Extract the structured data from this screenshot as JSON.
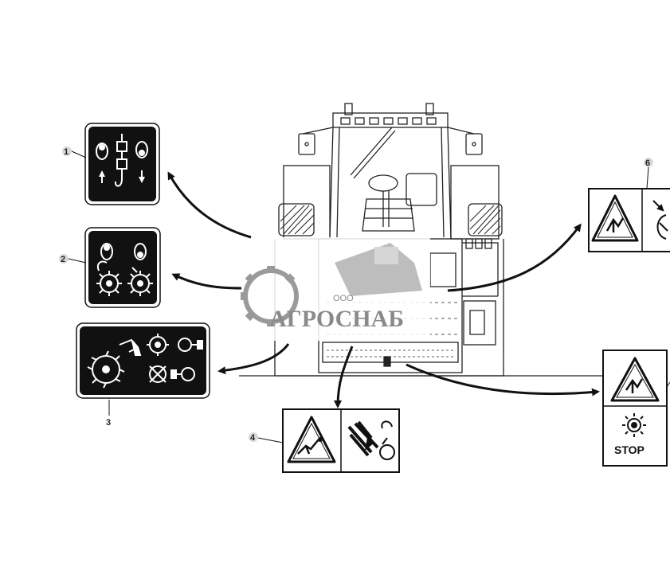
{
  "callouts": {
    "c1": "1",
    "c2": "2",
    "c3": "3",
    "c4": "4",
    "c6": "6"
  },
  "decals": {
    "stop_label": "STOP"
  },
  "watermark": {
    "company_prefix": "ООО",
    "company_name": "АГРОСНАБ"
  },
  "colors": {
    "line": "#111111",
    "decal_dark": "#111111",
    "decal_light": "#ffffff",
    "watermark": "#8a8a8a"
  }
}
